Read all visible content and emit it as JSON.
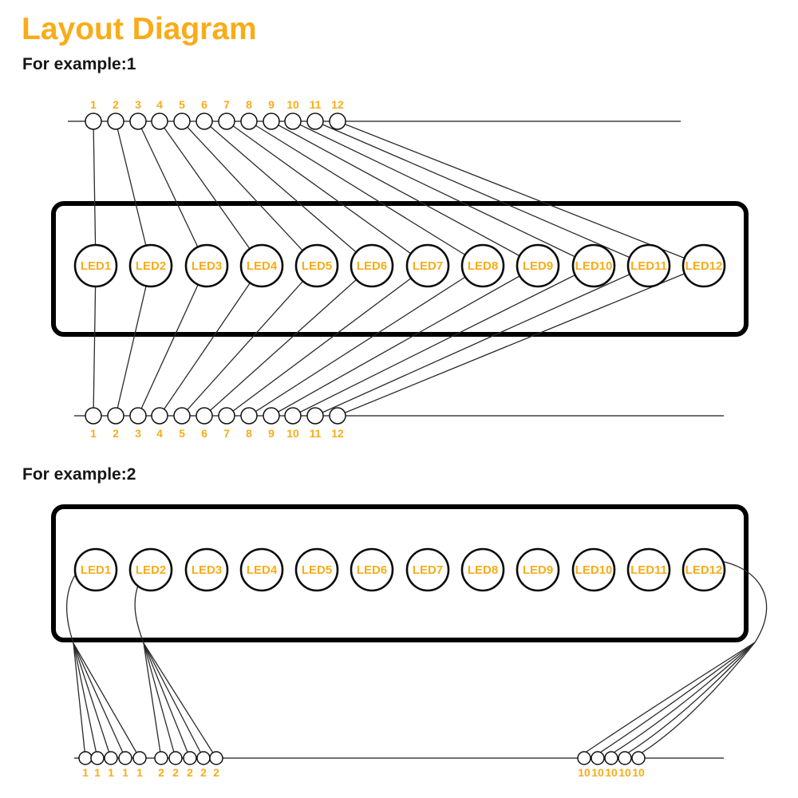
{
  "colors": {
    "accent": "#F9AC18",
    "wire": "#2a2a2a",
    "border": "#000000"
  },
  "title": "Layout Diagram",
  "example1": {
    "label": "For example:1",
    "top_pins": [
      "1",
      "2",
      "3",
      "4",
      "5",
      "6",
      "7",
      "8",
      "9",
      "10",
      "11",
      "12"
    ],
    "leds": [
      "LED1",
      "LED2",
      "LED3",
      "LED4",
      "LED5",
      "LED6",
      "LED7",
      "LED8",
      "LED9",
      "LED10",
      "LED11",
      "LED12"
    ],
    "bottom_pins": [
      "1",
      "2",
      "3",
      "4",
      "5",
      "6",
      "7",
      "8",
      "9",
      "10",
      "11",
      "12"
    ]
  },
  "example2": {
    "label": "For example:2",
    "leds": [
      "LED1",
      "LED2",
      "LED3",
      "LED4",
      "LED5",
      "LED6",
      "LED7",
      "LED8",
      "LED9",
      "LED10",
      "LED11",
      "LED12"
    ],
    "group1_pins": [
      "1",
      "1",
      "1",
      "1",
      "1"
    ],
    "group2_pins": [
      "2",
      "2",
      "2",
      "2",
      "2"
    ],
    "group10_pins": [
      "10",
      "10",
      "10",
      "10",
      "10"
    ]
  }
}
